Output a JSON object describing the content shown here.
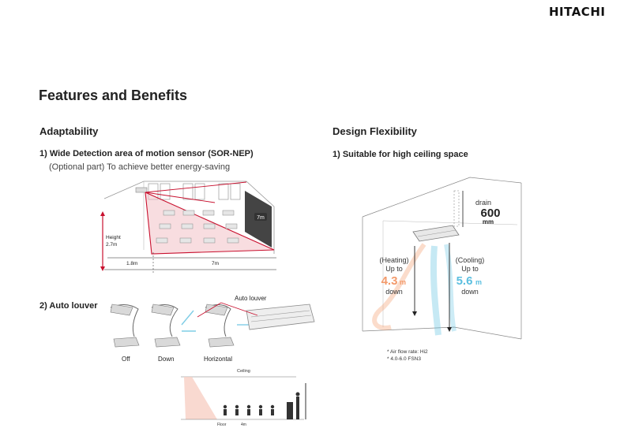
{
  "brand": "HITACHI",
  "page_title": "Features and Benefits",
  "left": {
    "heading": "Adaptability",
    "feature1": {
      "title": "1) Wide Detection area of motion sensor (SOR-NEP)",
      "subtitle": "(Optional part) To achieve better energy-saving",
      "height_label": "Height",
      "height_value": "2.7m",
      "dim_left": "1.8m",
      "dim_right": "7m",
      "wall_badge": "7m"
    },
    "feature2": {
      "title": "2) Auto louver",
      "callout": "Auto louver",
      "labels": [
        "Off",
        "Down",
        "Horizontal"
      ],
      "ceiling_label": "Ceiling",
      "floor_label": "Floor",
      "floor_dim": "4m"
    }
  },
  "right": {
    "heading": "Design Flexibility",
    "feature1": {
      "title": "1) Suitable for high ceiling space",
      "drain_label": "drain",
      "drain_value": "600",
      "drain_unit": "mm",
      "heating_label": "(Heating)",
      "heating_upto": "Up to",
      "heating_value": "4.3",
      "heating_unit": "m",
      "heating_down": "down",
      "cooling_label": "(Cooling)",
      "cooling_upto": "Up to",
      "cooling_value": "5.6",
      "cooling_unit": "m",
      "cooling_down": "down",
      "note1": "* Air flow rate: Hi2",
      "note2": "* 4.0-6.0 FSN3"
    }
  },
  "colors": {
    "accent_red": "#c8102e",
    "heating_orange": "#f39a6b",
    "cooling_blue": "#5bbfe0"
  }
}
